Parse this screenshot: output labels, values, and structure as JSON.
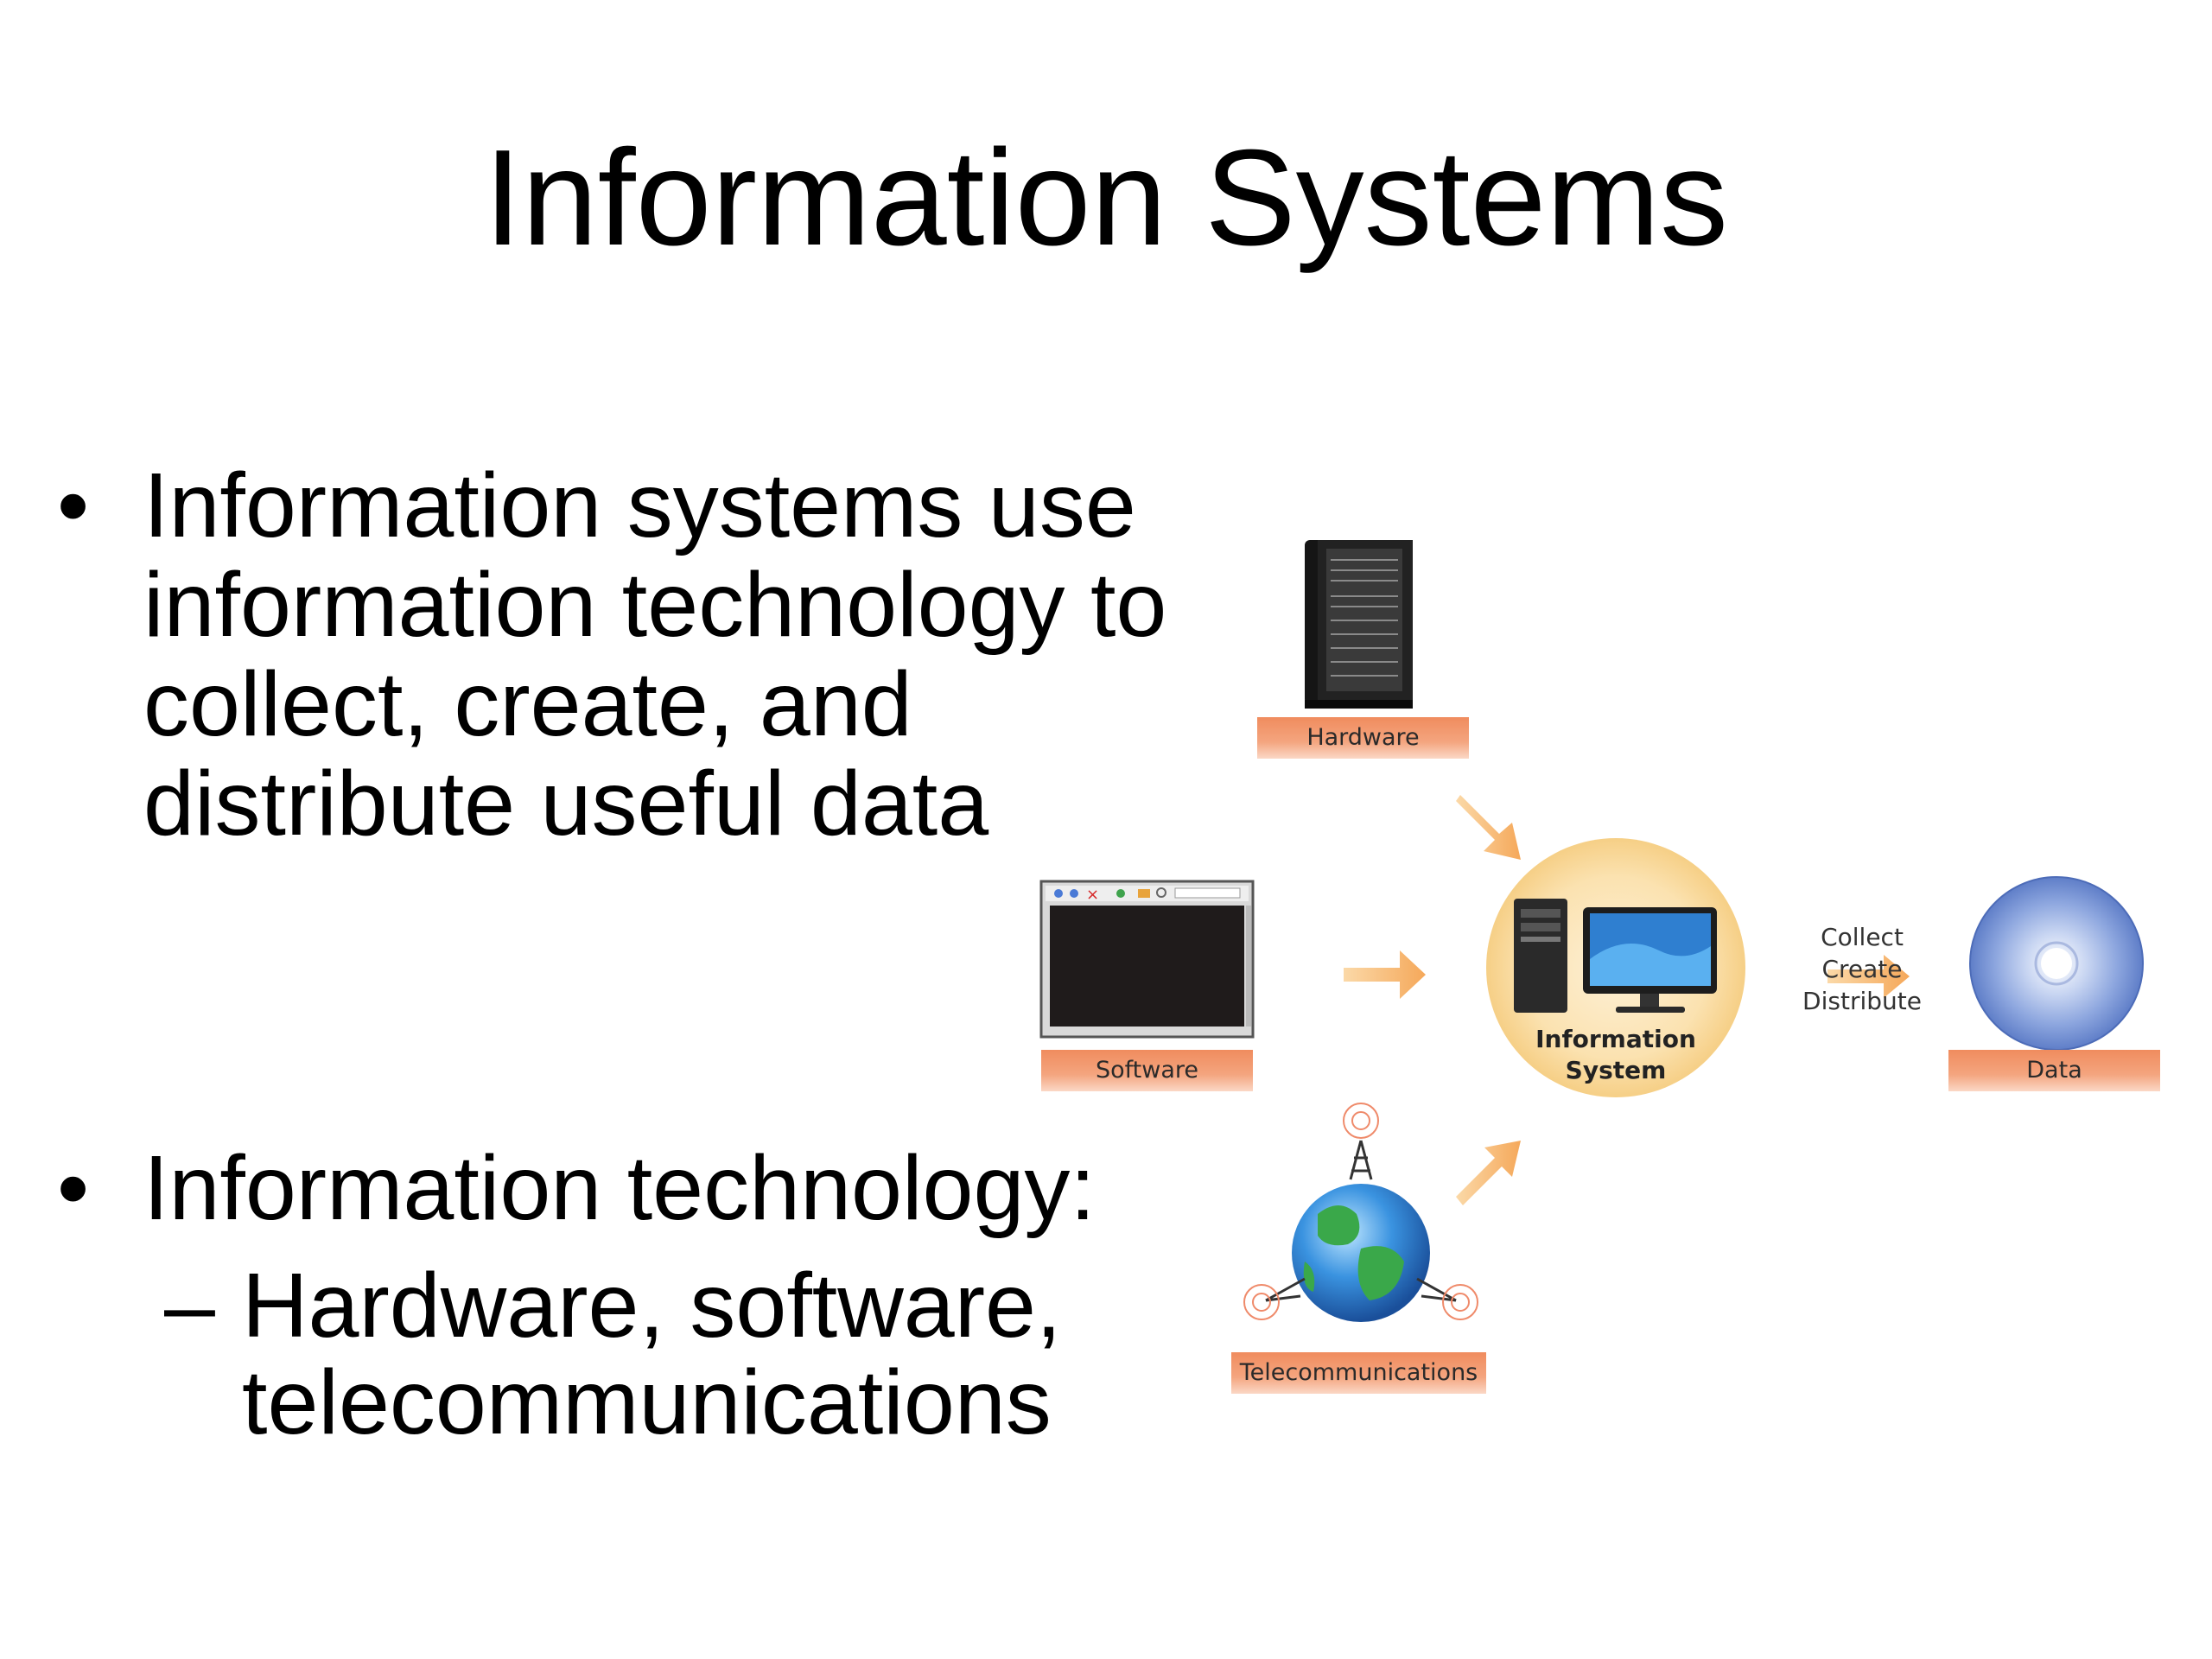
{
  "slide": {
    "title": "Information Systems",
    "bullets": [
      {
        "marker": "•",
        "lines": [
          "Information systems use",
          "information technology to",
          "collect, create, and",
          "distribute useful data"
        ]
      },
      {
        "marker": "•",
        "lines": [
          "Information technology:"
        ]
      }
    ],
    "sub_bullet": {
      "marker": "–",
      "lines": [
        "Hardware, software,",
        "telecommunications"
      ]
    }
  },
  "diagram": {
    "labels": {
      "hardware": "Hardware",
      "software": "Software",
      "telecommunications": "Telecommunications",
      "data": "Data",
      "information_system": [
        "Information",
        "System"
      ]
    },
    "actions": [
      "Collect",
      "Create",
      "Distribute"
    ],
    "colors": {
      "label_bar": "#f08c5e",
      "arrow": "#f5b36a",
      "hub_glow": "#f9d79a"
    }
  }
}
